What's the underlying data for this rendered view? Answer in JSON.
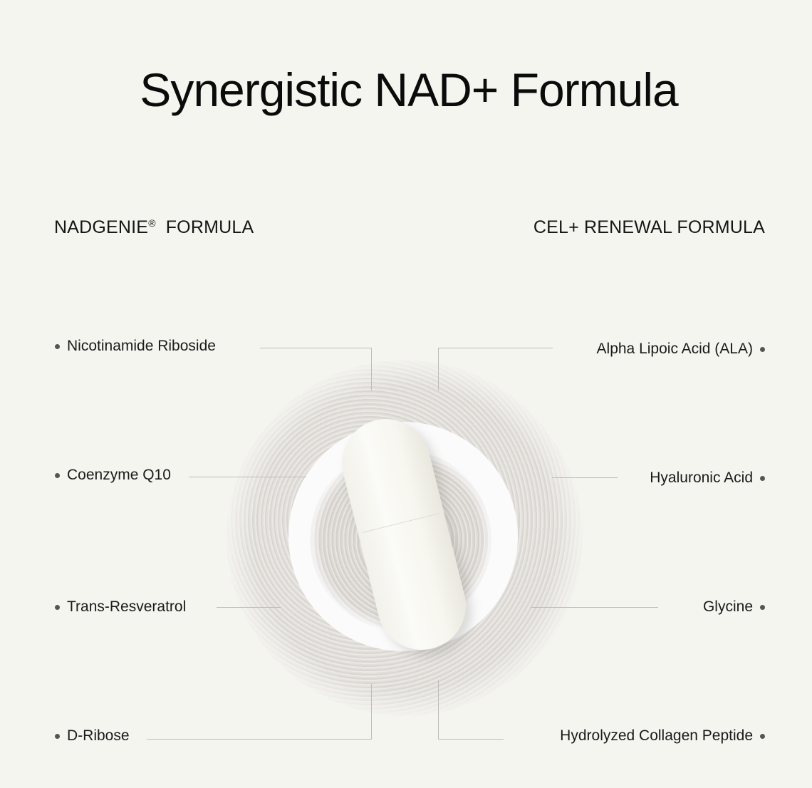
{
  "title": "Synergistic NAD+ Formula",
  "left_column": {
    "heading": "NADGENIE",
    "heading_mark": "®",
    "heading_suffix": "FORMULA",
    "ingredients": [
      {
        "label": "Nicotinamide Riboside"
      },
      {
        "label": "Coenzyme Q10"
      },
      {
        "label": "Trans-Resveratrol"
      },
      {
        "label": "D-Ribose"
      }
    ]
  },
  "right_column": {
    "heading": "CEL+ RENEWAL FORMULA",
    "ingredients": [
      {
        "label": "Alpha Lipoic Acid (ALA)"
      },
      {
        "label": "Hyaluronic Acid"
      },
      {
        "label": "Glycine"
      },
      {
        "label": "Hydrolyzed Collagen Peptide"
      }
    ]
  },
  "colors": {
    "background": "#f5f5f0",
    "text": "#111111",
    "connector": "#bdbdb8",
    "bullet": "#555555"
  },
  "center_image": {
    "icon": "capsule-on-powder-image"
  }
}
